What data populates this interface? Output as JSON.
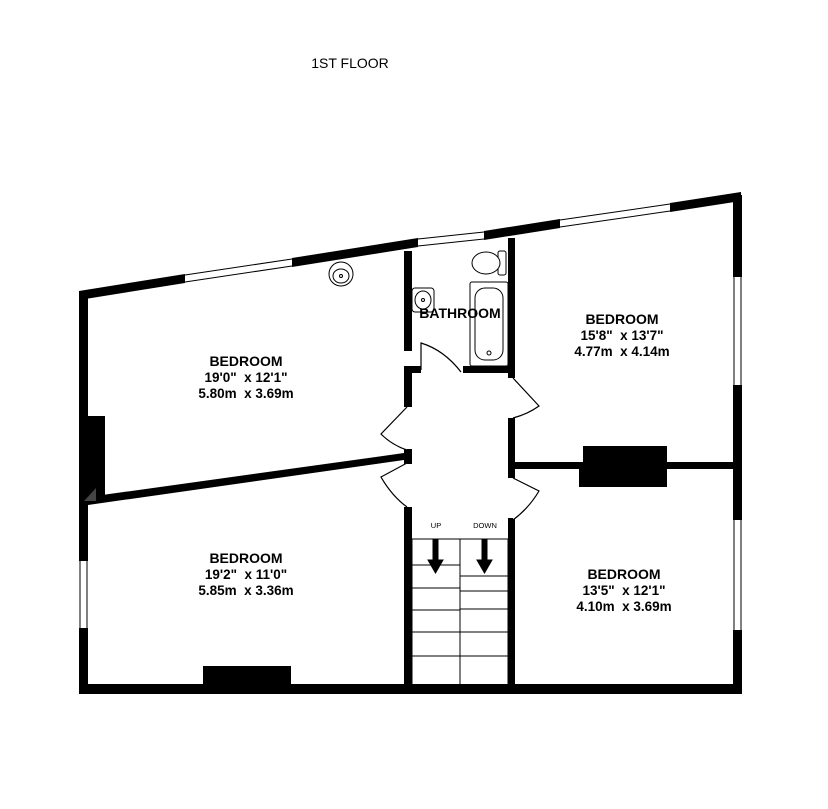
{
  "floor": {
    "title": "1ST FLOOR"
  },
  "rooms": {
    "bedroom_nw": {
      "name": "BEDROOM",
      "dim_imperial": "19'0\"  x 12'1\"",
      "dim_metric": "5.80m  x 3.69m"
    },
    "bedroom_ne": {
      "name": "BEDROOM",
      "dim_imperial": "15'8\"  x 13'7\"",
      "dim_metric": "4.77m  x 4.14m"
    },
    "bedroom_sw": {
      "name": "BEDROOM",
      "dim_imperial": "19'2\"  x 11'0\"",
      "dim_metric": "5.85m  x 3.36m"
    },
    "bedroom_se": {
      "name": "BEDROOM",
      "dim_imperial": "13'5\"  x 12'1\"",
      "dim_metric": "4.10m  x 3.69m"
    },
    "bathroom": {
      "name": "BATHROOM"
    }
  },
  "stairs": {
    "up_label": "UP",
    "down_label": "DOWN"
  }
}
